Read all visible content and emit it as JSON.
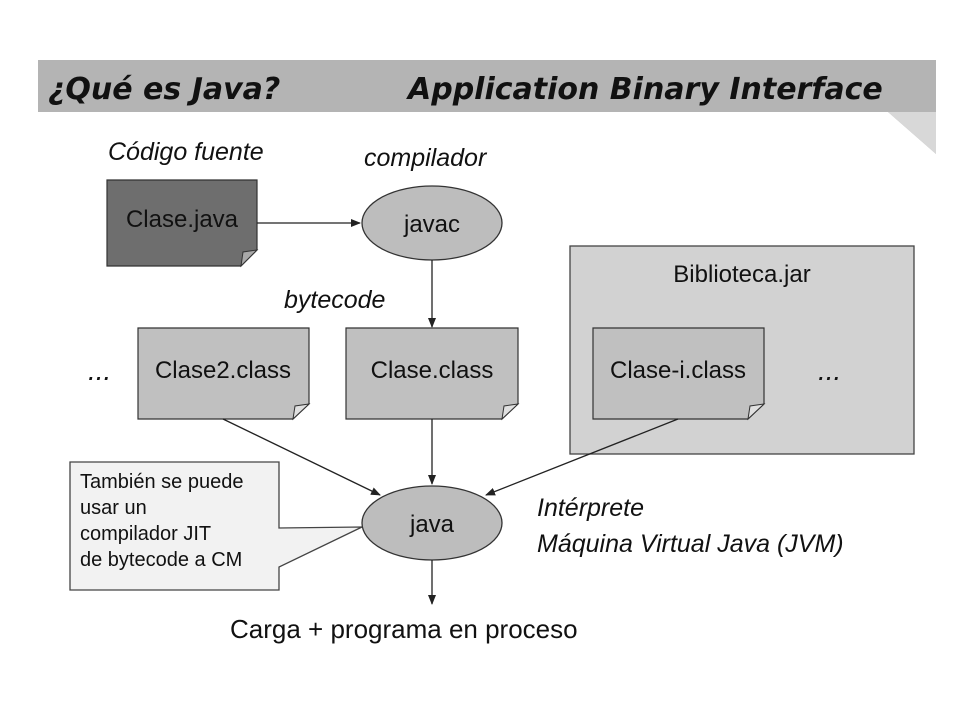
{
  "header": {
    "left_title": "¿Qué es Java?",
    "right_title": "Application Binary Interface"
  },
  "labels": {
    "source_code": "Código fuente",
    "compiler": "compilador",
    "bytecode": "bytecode",
    "interpreter_line1": "Intérprete",
    "interpreter_line2": "Máquina Virtual Java (JVM)",
    "output": "Carga + programa en proceso",
    "ellipsis_left": "...",
    "ellipsis_right": "..."
  },
  "files": {
    "source": "Clase.java",
    "class2": "Clase2.class",
    "class": "Clase.class",
    "class_i": "Clase-i.class"
  },
  "library": {
    "name": "Biblioteca.jar"
  },
  "processes": {
    "javac": "javac",
    "java": "java"
  },
  "callout": {
    "line1": "También se puede",
    "line2": "usar un",
    "line3": "compilador JIT",
    "line4": "de bytecode a CM"
  },
  "colors": {
    "header_bar": "#b4b4b4",
    "source_file": "#6e6e6e",
    "class_file": "#c0c0c0",
    "library_box": "#d2d2d2",
    "ellipse": "#bdbdbd",
    "callout_bg": "#f2f2f2"
  }
}
